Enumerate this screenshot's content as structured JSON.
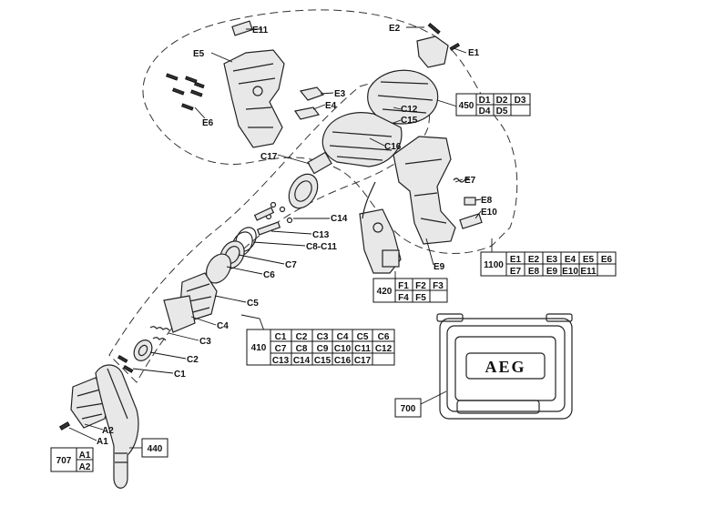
{
  "callouts": {
    "e11": "E11",
    "e2": "E2",
    "e1": "E1",
    "e5": "E5",
    "e3": "E3",
    "e4": "E4",
    "e6": "E6",
    "c12": "C12",
    "c15": "C15",
    "c16": "C16",
    "c17": "C17",
    "e7": "E7",
    "e8": "E8",
    "e10": "E10",
    "e9": "E9",
    "c14": "C14",
    "c13": "C13",
    "c8c11": "C8-C11",
    "c7": "C7",
    "c6": "C6",
    "c5": "C5",
    "c4": "C4",
    "c3": "C3",
    "c2": "C2",
    "c1": "C1",
    "a2": "A2",
    "a1": "A1"
  },
  "groups": {
    "g450": {
      "id": "450",
      "rows": [
        [
          "D1",
          "D2",
          "D3"
        ],
        [
          "D4",
          "D5",
          ""
        ]
      ]
    },
    "g1100": {
      "id": "1100",
      "rows": [
        [
          "E1",
          "E2",
          "E3",
          "E4",
          "E5",
          "E6"
        ],
        [
          "E7",
          "E8",
          "E9",
          "E10",
          "E11",
          ""
        ]
      ]
    },
    "g420": {
      "id": "420",
      "rows": [
        [
          "F1",
          "F2",
          "F3"
        ],
        [
          "F4",
          "F5",
          ""
        ]
      ]
    },
    "g410": {
      "id": "410",
      "rows": [
        [
          "C1",
          "C2",
          "C3",
          "C4",
          "C5",
          "C6"
        ],
        [
          "C7",
          "C8",
          "C9",
          "C10",
          "C11",
          "C12"
        ],
        [
          "C13",
          "C14",
          "C15",
          "C16",
          "C17",
          ""
        ]
      ]
    },
    "g707": {
      "id": "707",
      "rows": [
        [
          "A1"
        ],
        [
          "A2"
        ]
      ]
    }
  },
  "standalone": {
    "p700": "700",
    "p440": "440"
  },
  "case_brand": "AEG"
}
